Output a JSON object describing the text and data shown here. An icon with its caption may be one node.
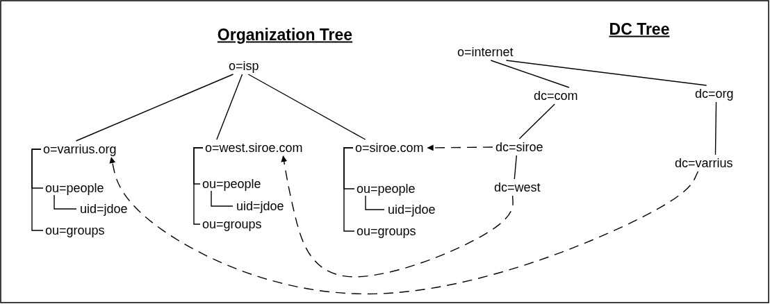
{
  "diagram": {
    "nodes": [
      {
        "text": [
          "o=isp"
        ]
      },
      {
        "text": [
          "o=varrius.org"
        ]
      },
      {
        "text": [
          "ou=people"
        ]
      },
      {
        "text": [
          "uid=jdoe"
        ]
      },
      {
        "text": [
          "ou=groups"
        ]
      },
      {
        "text": [
          "o=west.siroe.com"
        ]
      },
      {
        "text": [
          "ou=people"
        ]
      },
      {
        "text": [
          "uid=jdoe"
        ]
      },
      {
        "text": [
          "ou=groups"
        ]
      },
      {
        "text": [
          "o=siroe.com"
        ]
      },
      {
        "text": [
          "ou=people"
        ]
      },
      {
        "text": [
          "uid=jdoe"
        ]
      },
      {
        "text": [
          "ou=groups"
        ]
      },
      {
        "text": [
          "o=internet"
        ]
      },
      {
        "text": [
          "dc=com"
        ]
      },
      {
        "text": [
          "dc=org"
        ]
      },
      {
        "text": [
          "dc=siroe"
        ]
      },
      {
        "text": [
          "dc=west"
        ]
      },
      {
        "text": [
          "dc=varrius"
        ]
      }
    ],
    "edges": [
      {
        "from": 0,
        "to": 1,
        "arrow": "none"
      },
      {
        "from": 0,
        "to": 5,
        "arrow": "none"
      },
      {
        "from": 0,
        "to": 9,
        "arrow": "none"
      },
      {
        "from": 1,
        "to": 2,
        "arrow": "none"
      },
      {
        "from": 2,
        "to": 3,
        "arrow": "none"
      },
      {
        "from": 1,
        "to": 4,
        "arrow": "none"
      },
      {
        "from": 5,
        "to": 6,
        "arrow": "none"
      },
      {
        "from": 6,
        "to": 7,
        "arrow": "none"
      },
      {
        "from": 5,
        "to": 8,
        "arrow": "none"
      },
      {
        "from": 9,
        "to": 10,
        "arrow": "none"
      },
      {
        "from": 10,
        "to": 11,
        "arrow": "none"
      },
      {
        "from": 9,
        "to": 12,
        "arrow": "none"
      },
      {
        "from": 13,
        "to": 14,
        "arrow": "none"
      },
      {
        "from": 13,
        "to": 15,
        "arrow": "none"
      },
      {
        "from": 14,
        "to": 16,
        "arrow": "none"
      },
      {
        "from": 16,
        "to": 17,
        "arrow": "none"
      },
      {
        "from": 15,
        "to": 18,
        "arrow": "none"
      },
      {
        "from": 16,
        "to": 9,
        "arrow": "to",
        "style": "dashed"
      },
      {
        "from": 17,
        "to": 5,
        "arrow": "to",
        "style": "dashed"
      },
      {
        "from": 18,
        "to": 1,
        "arrow": "to",
        "style": "dashed"
      }
    ],
    "labels": [
      "Organization Tree",
      "DC Tree"
    ]
  }
}
